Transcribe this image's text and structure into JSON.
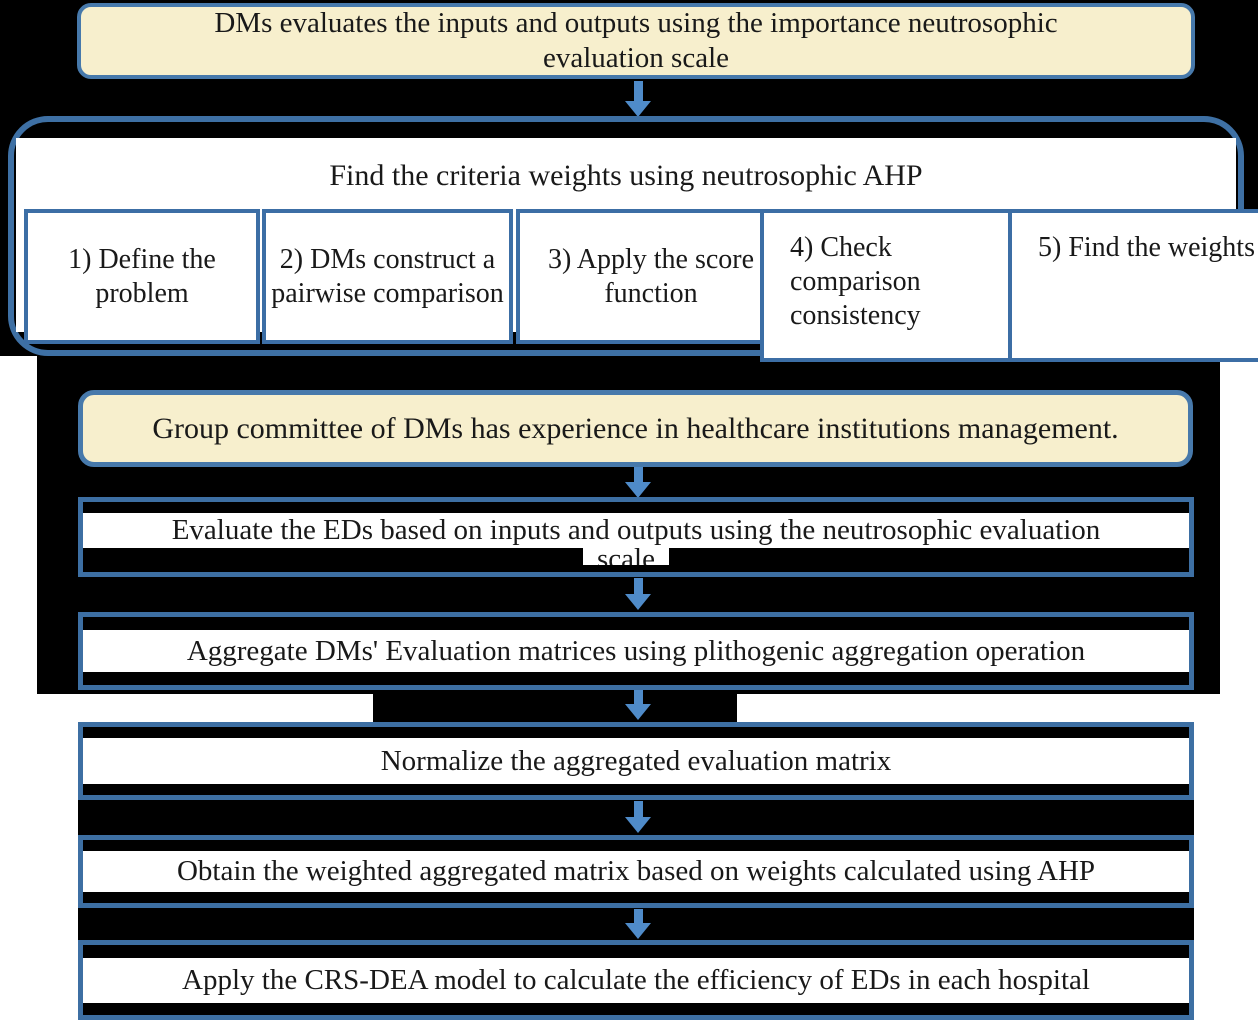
{
  "top_box": {
    "line1": "DMs evaluates the inputs and outputs using the importance neutrosophic",
    "line2": "evaluation scale"
  },
  "ahp_container": {
    "title": "Find the criteria weights using neutrosophic AHP",
    "steps": [
      {
        "label": "1) Define the problem"
      },
      {
        "label": "2) DMs construct a pairwise comparison"
      },
      {
        "label": "3) Apply the score function"
      },
      {
        "label": "4) Check comparison consistency"
      },
      {
        "label": "5) Find the weights"
      }
    ]
  },
  "committee_box": {
    "text": "Group committee of DMs has experience in healthcare institutions management."
  },
  "process": {
    "evaluate": {
      "line1": "Evaluate the EDs based on inputs and outputs using the neutrosophic evaluation",
      "line2": "scale"
    },
    "aggregate": {
      "text": "Aggregate DMs' Evaluation matrices using plithogenic aggregation operation"
    },
    "normalize": {
      "text": "Normalize the aggregated evaluation matrix"
    },
    "weighted": {
      "text": "Obtain the weighted aggregated matrix based on weights calculated using AHP"
    },
    "dea": {
      "text": "Apply the CRS-DEA model to calculate the efficiency of EDs in each hospital"
    }
  },
  "colors": {
    "box_border_blue": "#3d6fa3",
    "container_border_blue": "#3e70a4",
    "cream_fill": "#f7efcd",
    "arrow_blue": "#4f8bc9",
    "panel_black": "#000000"
  }
}
